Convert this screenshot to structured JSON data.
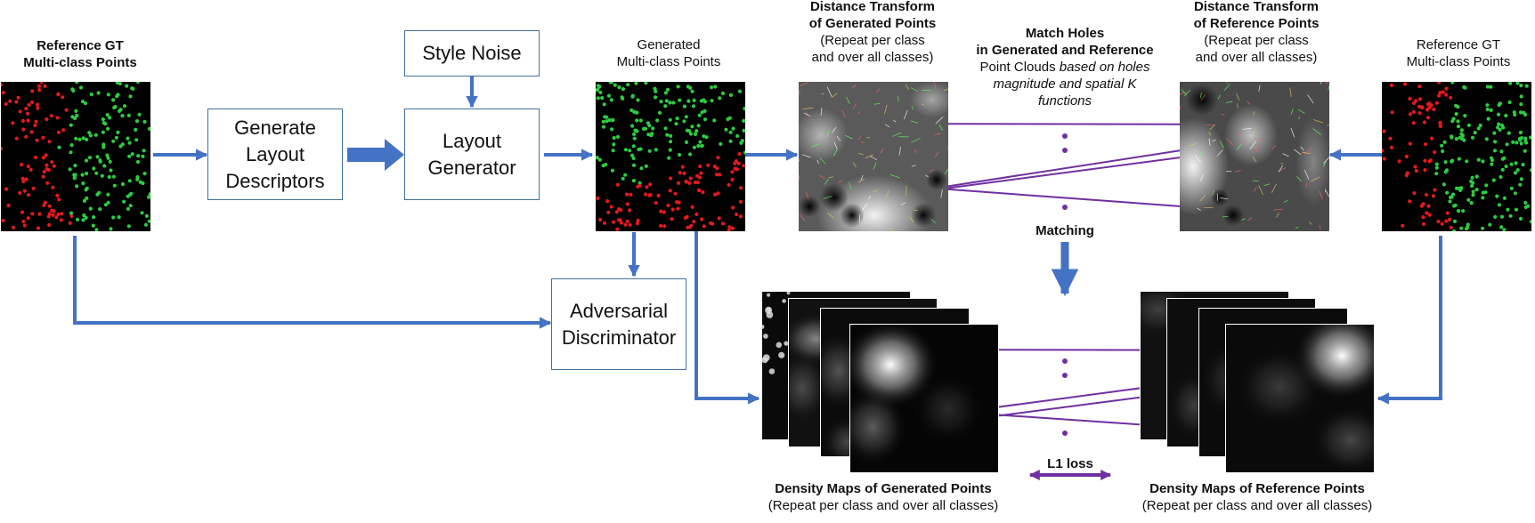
{
  "labels": {
    "ref_left": [
      "Reference GT",
      "Multi-class Points"
    ],
    "generated": [
      "Generated",
      "Multi-class Points"
    ],
    "dt_generated": [
      "Distance Transform",
      "of Generated Points",
      "(Repeat per class",
      "and over all classes)"
    ],
    "match_holes_bold": [
      "Match Holes",
      "in Generated and Reference"
    ],
    "match_holes_line3_normal": "Point Clouds ",
    "match_holes_line3_italic": "based on holes",
    "match_holes_italic_rest": [
      "magnitude and spatial K",
      "functions"
    ],
    "dt_reference": [
      "Distance Transform",
      "of Reference Points",
      "(Repeat per class",
      "and over all classes)"
    ],
    "ref_right": [
      "Reference GT",
      "Multi-class Points"
    ],
    "matching": "Matching",
    "density_generated": [
      "Density Maps of Generated Points",
      "(Repeat per class and over all classes)"
    ],
    "density_reference": [
      "Density Maps of Reference Points",
      "(Repeat per class and over all classes)"
    ],
    "l1_loss": "L1 loss"
  },
  "boxes": {
    "style_noise": "Style Noise",
    "generate_layout": [
      "Generate",
      "Layout",
      "Descriptors"
    ],
    "layout_generator": [
      "Layout",
      "Generator"
    ],
    "adversarial": [
      "Adversarial",
      "Discriminator"
    ]
  },
  "colors": {
    "arrow": "#4472c4",
    "match_line": "#7030a0",
    "box_border": "#41719c",
    "point_red": "#e31a1c",
    "point_green": "#2ecc40"
  }
}
